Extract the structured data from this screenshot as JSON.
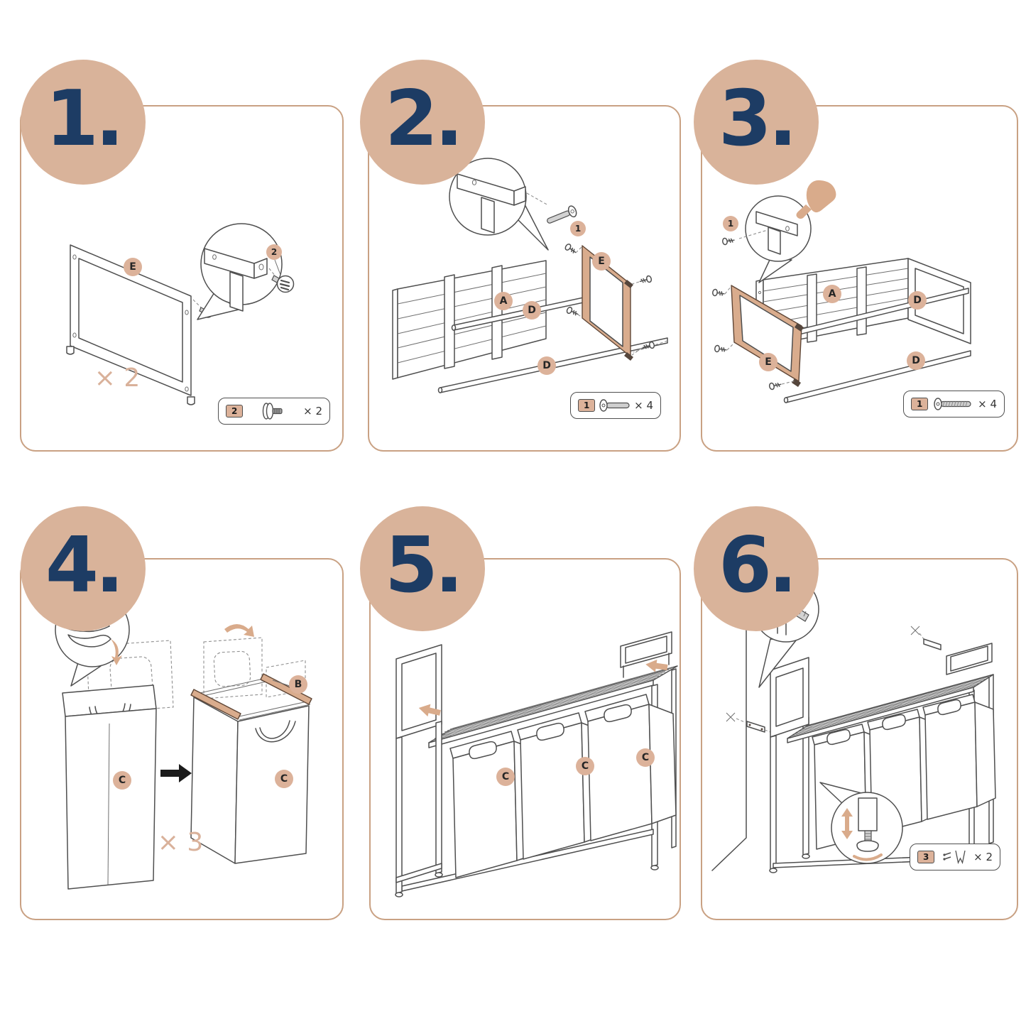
{
  "sheet": {
    "type": "furniture-assembly-instructions",
    "product": "laundry-sorter-with-shelf"
  },
  "steps": [
    {
      "number": "1.",
      "part_labels": {
        "frame": "E"
      },
      "detail_badge": "2",
      "quantity_note": "× 2",
      "parts_box": {
        "badge": "2",
        "part": "foot-screw",
        "qty": "× 2"
      }
    },
    {
      "number": "2.",
      "part_labels": {
        "shelf_panel": "A",
        "rod_top": "D",
        "rod_bottom": "D",
        "frame": "E"
      },
      "detail_badge": "1",
      "parts_box": {
        "badge": "1",
        "part": "bolt",
        "qty": "× 4"
      }
    },
    {
      "number": "3.",
      "part_labels": {
        "shelf_panel": "A",
        "rod_top": "D",
        "rod_bottom": "D",
        "frame": "E"
      },
      "detail_badge": "1",
      "parts_box": {
        "badge": "1",
        "part": "bolt",
        "qty": "× 4"
      }
    },
    {
      "number": "4.",
      "part_labels": {
        "bag_left": "C",
        "bag_right": "C",
        "handle_bar": "B"
      },
      "quantity_note": "× 3"
    },
    {
      "number": "5.",
      "part_labels": {
        "bag_1": "C",
        "bag_2": "C",
        "bag_3": "C"
      }
    },
    {
      "number": "6.",
      "detail_badge": "3",
      "parts_box": {
        "badge": "3",
        "part": "anti-tip-strap",
        "qty": "× 2"
      }
    }
  ],
  "colors": {
    "step_circle": "#d9b39a",
    "step_number": "#1d3c64",
    "panel_border": "#c9a183",
    "label_badge": "#dcb29a",
    "highlight_part": "#d9ac8d",
    "arrow_accent": "#d9ab8b",
    "line_art": "#4f4f4f"
  }
}
